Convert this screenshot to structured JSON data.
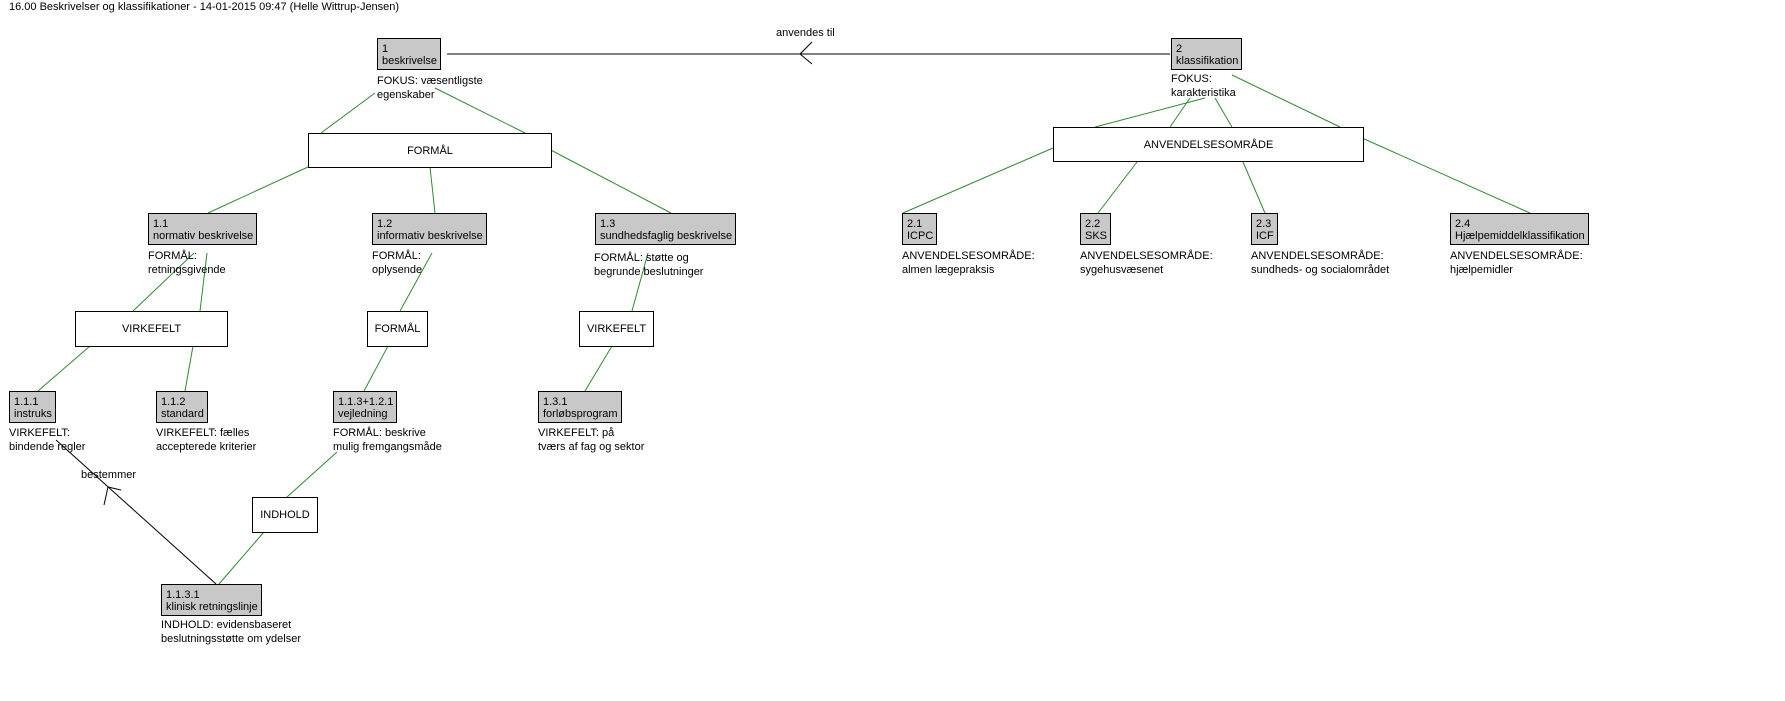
{
  "title": "16.00 Beskrivelser og klassifikationer - 14-01-2015 09:47 (Helle Wittrup-Jensen)",
  "concepts": {
    "c1": {
      "num": "1",
      "name": "beskrivelse",
      "desc1": "FOKUS: væsentligste",
      "desc2": "egenskaber"
    },
    "c2": {
      "num": "2",
      "name": "klassifikation",
      "desc1": "FOKUS:",
      "desc2": "karakteristika"
    },
    "c11": {
      "num": "1.1",
      "name": "normativ beskrivelse",
      "desc1": "FORMÅL:",
      "desc2": "retningsgivende"
    },
    "c12": {
      "num": "1.2",
      "name": "informativ beskrivelse",
      "desc1": "FORMÅL:",
      "desc2": "oplysende"
    },
    "c13": {
      "num": "1.3",
      "name": "sundhedsfaglig beskrivelse",
      "desc1": "FORMÅL: støtte og",
      "desc2": "begrunde beslutninger"
    },
    "c111": {
      "num": "1.1.1",
      "name": "instruks",
      "desc1": "VIRKEFELT:",
      "desc2": "bindende regler"
    },
    "c112": {
      "num": "1.1.2",
      "name": "standard",
      "desc1": "VIRKEFELT: fælles",
      "desc2": "accepterede kriterier"
    },
    "c1121": {
      "num": "1.1.3+1.2.1",
      "name": "vejledning",
      "desc1": "FORMÅL: beskrive",
      "desc2": "mulig fremgangsmåde"
    },
    "c131": {
      "num": "1.3.1",
      "name": "forløbsprogram",
      "desc1": "VIRKEFELT: på",
      "desc2": "tværs af fag og sektor"
    },
    "c1131": {
      "num": "1.1.3.1",
      "name": "klinisk retningslinje",
      "desc1": "INDHOLD: evidensbaseret",
      "desc2": "beslutningsstøtte om ydelser"
    },
    "c21": {
      "num": "2.1",
      "name": "ICPC",
      "desc1": "ANVENDELSESOMRÅDE:",
      "desc2": "almen lægepraksis"
    },
    "c22": {
      "num": "2.2",
      "name": "SKS",
      "desc1": "ANVENDELSESOMRÅDE:",
      "desc2": "sygehusvæsenet"
    },
    "c23": {
      "num": "2.3",
      "name": "ICF",
      "desc1": "ANVENDELSESOMRÅDE:",
      "desc2": "sundheds- og socialområdet"
    },
    "c24": {
      "num": "2.4",
      "name": "Hjælpemiddelklassifikation",
      "desc1": "ANVENDELSESOMRÅDE:",
      "desc2": "hjælpemidler"
    }
  },
  "criteria": {
    "formaal_top": "FORMÅL",
    "anvendelse": "ANVENDELSESOMRÅDE",
    "virkefelt_11": "VIRKEFELT",
    "formaal_12": "FORMÅL",
    "virkefelt_13": "VIRKEFELT",
    "indhold": "INDHOLD"
  },
  "relations": {
    "anvendes_til": "anvendes til",
    "bestemmer": "bestemmer"
  },
  "colors": {
    "concept_fill": "#c8c8c8",
    "tree_line": "#2e8b2e",
    "relation_line": "#000000"
  }
}
